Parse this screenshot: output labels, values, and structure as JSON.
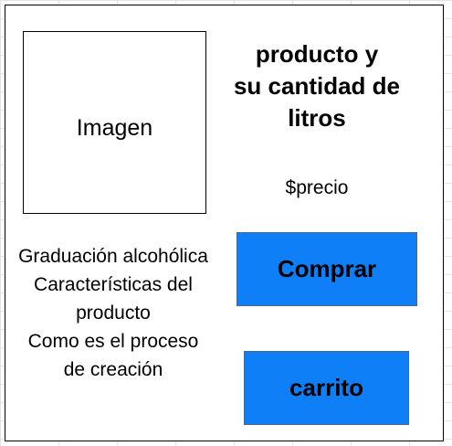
{
  "product": {
    "image_placeholder": "Imagen",
    "title_lines": [
      "producto y",
      "su cantidad de",
      "litros"
    ],
    "price": "$precio",
    "description_lines": [
      "Graduación alcohólica",
      "Características del",
      "producto",
      "Como es el proceso",
      "de creación"
    ]
  },
  "actions": {
    "buy_label": "Comprar",
    "cart_label": "carrito"
  },
  "colors": {
    "button_fill": "#0f7ff7",
    "border": "#000000"
  }
}
